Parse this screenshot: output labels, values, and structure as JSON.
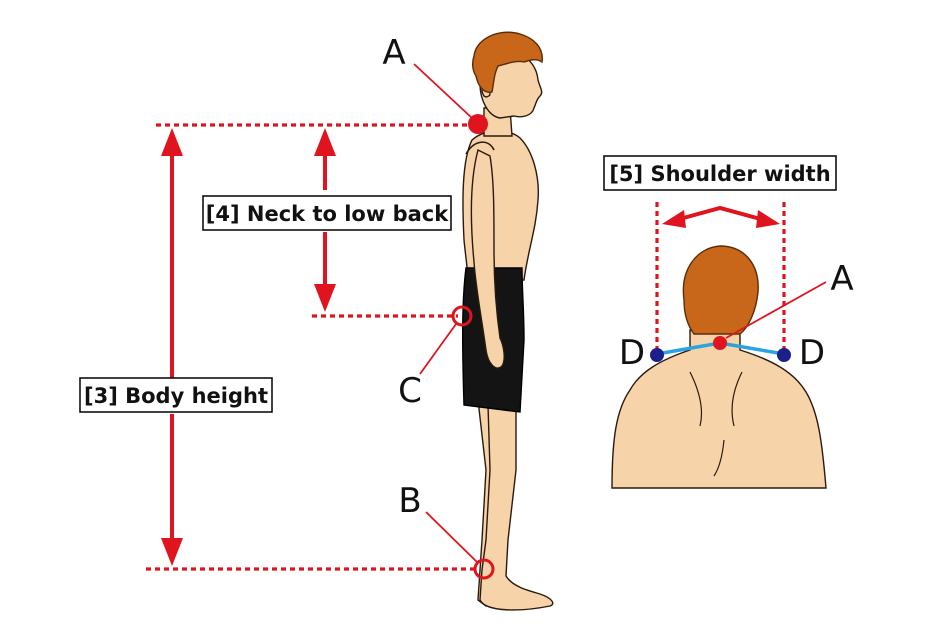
{
  "labels": {
    "body_height": "[3] Body height",
    "neck_to_low_back": "[4] Neck to low back",
    "shoulder_width": "[5] Shoulder width"
  },
  "points": {
    "a_side": "A",
    "b": "B",
    "c": "C",
    "a_back": "A",
    "d_left": "D",
    "d_right": "D"
  },
  "colors": {
    "measure_red": "#e0141e",
    "shoulder_line_blue": "#2aa3e0",
    "landmark_dark_blue": "#1b1f8a",
    "skin": "#f7d3a9",
    "hair": "#c8671a",
    "shorts": "#141414"
  }
}
